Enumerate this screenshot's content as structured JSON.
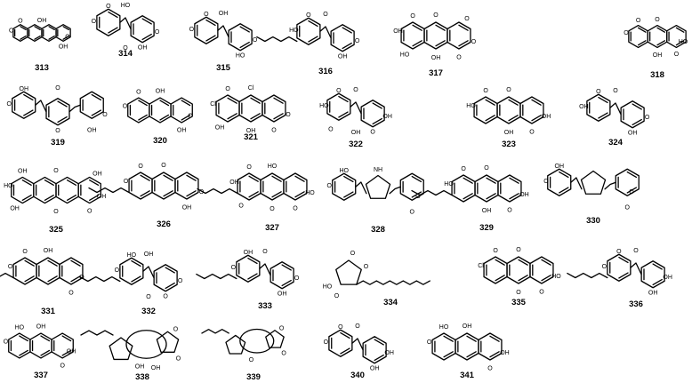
{
  "compounds": [
    {
      "label": "313",
      "rings": 4,
      "ring_style": "fused",
      "atoms": [
        "O",
        "O",
        "O",
        "OH",
        "OH"
      ]
    },
    {
      "label": "314",
      "rings": 2,
      "ring_style": "ester",
      "atoms": [
        "O",
        "O",
        "O",
        "OH",
        "HO",
        "O"
      ]
    },
    {
      "label": "315",
      "rings": 2,
      "ring_style": "ester",
      "atoms": [
        "O",
        "O",
        "O",
        "HO",
        "OH"
      ]
    },
    {
      "label": "316",
      "rings": 2,
      "ring_style": "ester",
      "atoms": [
        "HO",
        "O",
        "O",
        "OH",
        "O"
      ]
    },
    {
      "label": "317",
      "rings": 3,
      "ring_style": "fused",
      "atoms": [
        "OH",
        "O",
        "O",
        "O",
        "O",
        "OH",
        "HO",
        "O"
      ]
    },
    {
      "label": "318",
      "rings": 3,
      "ring_style": "fused",
      "atoms": [
        "O",
        "HO",
        "O",
        "O",
        "O",
        "OH"
      ]
    },
    {
      "label": "319",
      "rings": 3,
      "ring_style": "ester",
      "atoms": [
        "O",
        "O",
        "OH",
        "OH",
        "O",
        "O"
      ]
    },
    {
      "label": "320",
      "rings": 3,
      "ring_style": "fused",
      "atoms": [
        "O",
        "O",
        "O",
        "OH",
        "OH"
      ]
    },
    {
      "label": "321",
      "rings": 3,
      "ring_style": "fused",
      "atoms": [
        "Cl",
        "O",
        "O",
        "O",
        "Cl",
        "OH",
        "OH"
      ]
    },
    {
      "label": "322",
      "rings": 2,
      "ring_style": "ester",
      "atoms": [
        "HO",
        "OH",
        "O",
        "O",
        "O",
        "OH",
        "O"
      ]
    },
    {
      "label": "323",
      "rings": 3,
      "ring_style": "fused",
      "atoms": [
        "HO",
        "OH",
        "O",
        "O",
        "O",
        "OH"
      ]
    },
    {
      "label": "324",
      "rings": 2,
      "ring_style": "ester",
      "atoms": [
        "OH",
        "O",
        "O",
        "OH",
        "O"
      ]
    },
    {
      "label": "325",
      "rings": 4,
      "ring_style": "fused",
      "atoms": [
        "HO",
        "OH",
        "OH",
        "O",
        "O",
        "O",
        "OH",
        "OH"
      ]
    },
    {
      "label": "326",
      "rings": 3,
      "ring_style": "fused",
      "atoms": [
        "O",
        "O",
        "O",
        "OH",
        "O"
      ]
    },
    {
      "label": "327",
      "rings": 3,
      "ring_style": "fused",
      "atoms": [
        "OH",
        "HO",
        "O",
        "O",
        "HO",
        "O",
        "O"
      ]
    },
    {
      "label": "328",
      "rings": 3,
      "ring_style": "amide",
      "atoms": [
        "O",
        "O",
        "HO",
        "O",
        "NH"
      ]
    },
    {
      "label": "329",
      "rings": 3,
      "ring_style": "fused",
      "atoms": [
        "HO",
        "OH",
        "O",
        "O",
        "O",
        "OH"
      ]
    },
    {
      "label": "330",
      "rings": 3,
      "ring_style": "amide",
      "atoms": [
        "O",
        "O",
        "OH",
        "O"
      ]
    },
    {
      "label": "331",
      "rings": 3,
      "ring_style": "fused",
      "atoms": [
        "O",
        "O",
        "O",
        "O",
        "OH"
      ]
    },
    {
      "label": "332",
      "rings": 2,
      "ring_style": "ester",
      "atoms": [
        "O",
        "O",
        "HO",
        "O",
        "OH",
        "O"
      ]
    },
    {
      "label": "333",
      "rings": 2,
      "ring_style": "ester",
      "atoms": [
        "O",
        "O",
        "OH",
        "OH",
        "O"
      ]
    },
    {
      "label": "334",
      "rings": 1,
      "ring_style": "lactone",
      "atoms": [
        "O",
        "O",
        "HO",
        "O"
      ]
    },
    {
      "label": "335",
      "rings": 3,
      "ring_style": "fused",
      "atoms": [
        "Cl",
        "HO",
        "O",
        "O",
        "O",
        "O"
      ]
    },
    {
      "label": "336",
      "rings": 2,
      "ring_style": "ester",
      "atoms": [
        "O",
        "OH",
        "O",
        "OH",
        "O"
      ]
    },
    {
      "label": "337",
      "rings": 3,
      "ring_style": "fused",
      "atoms": [
        "O",
        "OH",
        "HO",
        "O",
        "OH"
      ]
    },
    {
      "label": "338",
      "rings": 3,
      "ring_style": "terpene",
      "atoms": [
        "O",
        "O",
        "OH",
        "OH"
      ]
    },
    {
      "label": "339",
      "rings": 4,
      "ring_style": "terpene",
      "atoms": [
        "O",
        "O",
        "O"
      ]
    },
    {
      "label": "340",
      "rings": 2,
      "ring_style": "ester",
      "atoms": [
        "O",
        "OH",
        "O",
        "OH",
        "O"
      ]
    },
    {
      "label": "341",
      "rings": 3,
      "ring_style": "fused",
      "atoms": [
        "O",
        "OH",
        "HO",
        "O",
        "OH"
      ]
    }
  ]
}
